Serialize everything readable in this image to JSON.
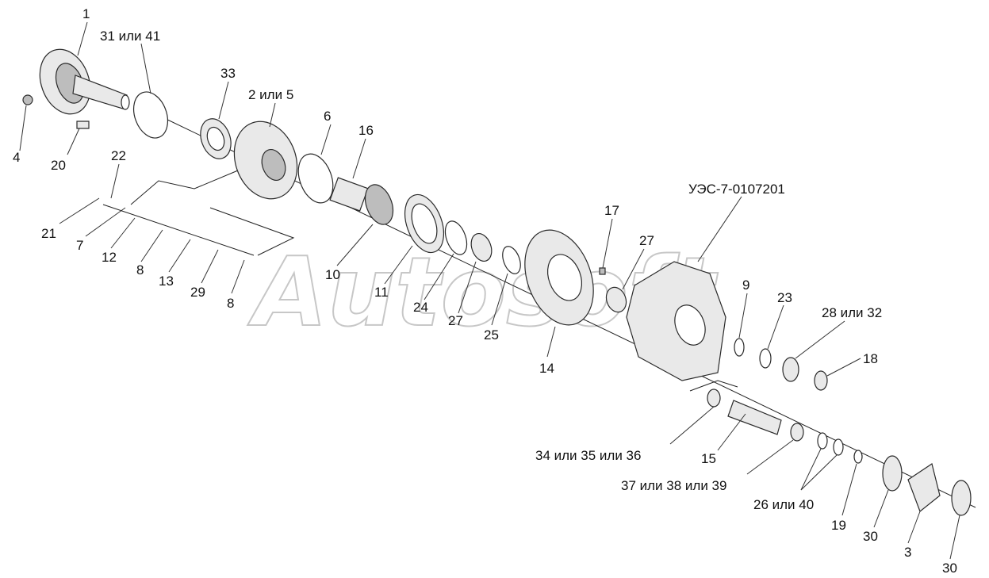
{
  "watermark": "Autosoft",
  "labels": {
    "l1": "1",
    "l31_41": "31 или 41",
    "l33": "33",
    "l2_5": "2 или 5",
    "l6": "6",
    "l16": "16",
    "l4": "4",
    "l20": "20",
    "l22": "22",
    "l21": "21",
    "l7": "7",
    "l12": "12",
    "l8a": "8",
    "l13": "13",
    "l29": "29",
    "l8b": "8",
    "l10": "10",
    "l11": "11",
    "l24": "24",
    "l27a": "27",
    "l25": "25",
    "l14": "14",
    "l17": "17",
    "l27b": "27",
    "l_code": "УЭС-7-0107201",
    "l9": "9",
    "l23": "23",
    "l28_32": "28 или 32",
    "l18": "18",
    "l34_35_36": "34 или 35 или 36",
    "l15": "15",
    "l37_38_39": "37 или 38 или 39",
    "l26_40": "26 или 40",
    "l19": "19",
    "l30a": "30",
    "l3": "3",
    "l30b": "30"
  }
}
